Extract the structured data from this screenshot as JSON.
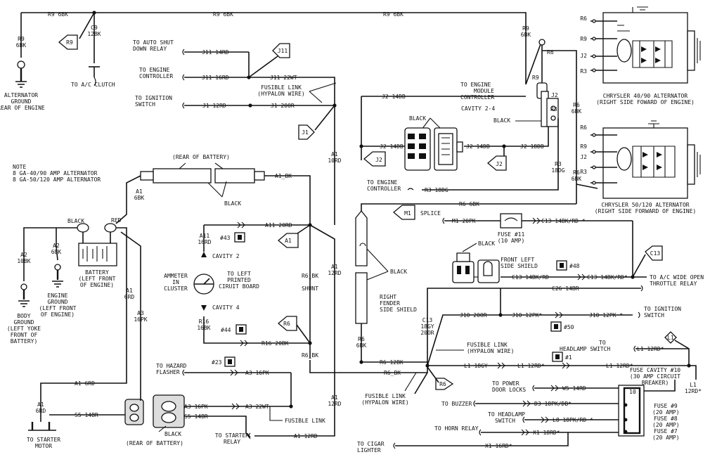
{
  "wires": {
    "r9_top_left": "R9 6BK",
    "r9_top_mid": "R9 6BK",
    "r9_top_right": "R9 6BK",
    "r9_vert_left": [
      "R9",
      "6BK"
    ],
    "r9_ref": "R9",
    "c9": [
      "C9",
      "12BK"
    ],
    "j11_14": "J11 14RD",
    "j11_16": "J11 16RD",
    "j11_22": "J11 22WT",
    "j11_ref": "J11",
    "j1_12": "J1 12RD",
    "j1_20": "J1 20OR",
    "j1_ref": "J1",
    "j2_14_top": "J2 14DB",
    "j2_14_left": "J2 14DB",
    "j2_14_right": "J2 14DB",
    "j2_18": "J2 18DB",
    "j2_ref_left": "J2",
    "j2_ref_right": "J2",
    "r9_vert_right": [
      "R9",
      "6BK"
    ],
    "r6_label": "R6",
    "r6_6bk_v1": [
      "R6",
      "6BK"
    ],
    "r6_6bk_v2": [
      "R6",
      "6BK"
    ],
    "r3_18dg_v": [
      "R3",
      "18DG"
    ],
    "r3_18dg_h": "R3 18DG",
    "r6_6bk_h": "R6 6BK",
    "a1_10rd": [
      "A1",
      "10RD"
    ],
    "a1_6bk": [
      "A1",
      "6BK"
    ],
    "a1_bk": "A1_BK",
    "a11_20rd": "A11 20RD",
    "a11_16rd": [
      "A11",
      "16RD"
    ],
    "a_ref": "A1",
    "r6_bk_v": [
      "R6_BK",
      "SHUNT"
    ],
    "a1_12rd_v": [
      "A1",
      "12RD"
    ],
    "r16_16bk": [
      "R16",
      "16BK"
    ],
    "r16_20bk": "R16 20BK",
    "r6_ref": "R6",
    "r6_bk_h": "R6_BK",
    "r6_bk_low": "R6_BK",
    "a2_10bk": [
      "A2",
      "10BK"
    ],
    "a2_6bk": [
      "A2",
      "6BK"
    ],
    "a1_6rd_v": [
      "A1",
      "6RD"
    ],
    "a3_16pk_v": [
      "A3",
      "16PK"
    ],
    "a1_6rd_h": "A1 6RD",
    "a1_6rd_vl": [
      "A1",
      "6RD"
    ],
    "s5_14br_left": "S5 14BR",
    "a3_16pk_top": "A3 16PK",
    "a3_16pk_mid": "A3 16PK",
    "a3_22wt": "A3 22WT",
    "s5_14br_right": "S5 14BR",
    "a1_12rd_v2": [
      "A1",
      "12RD"
    ],
    "a1_12rd_h": "A1 12RD",
    "r6_6bk_vshield": [
      "R6",
      "6BK"
    ],
    "r6_12bk": "R6 12BK",
    "m1_ref": "M1",
    "m1_20pk": "M1 20PK",
    "c13_14bkrd_top": "C13 14BK/RD *",
    "c13_14bkrd_mid": "C13 14BK/RD",
    "c13_14bkrd_right": "C13 14BK/RD*",
    "c13_ref": "C13",
    "c26_14br": "C26 14BR",
    "c13_v": [
      "C13",
      "18GY",
      "20OR"
    ],
    "j10_20or": "J10 20OR",
    "j10_12pk_a": "J10 12PK*",
    "j10_12pk_b": "J10 12PK *",
    "l1_18gy": "L1 18GY",
    "l1_12rd_a": "L1 12RD*",
    "l1_12rd_b": "L1 12RD*",
    "l1_12rd_c": "L1 12RD*",
    "l1_ref": "L1",
    "l1_12rd_v": [
      "L1",
      "12RD*"
    ],
    "r6_ref2": "R6",
    "w5_14rd": "W5 14RD",
    "d3": "D3 18PK/DB*",
    "l8": "L8 18PK/RD *",
    "x1_18rd": "X1 18RD*",
    "x1_16rd": "X1 16RD*"
  },
  "labels": {
    "alt_ground": [
      "ALTERNATOR",
      "GROUND",
      "REAR OF ENGINE"
    ],
    "ac_clutch": "TO A/C CLUTCH",
    "auto_shut": [
      "TO AUTO SHUT",
      "DOWN RELAY"
    ],
    "engine_controller": [
      "TO ENGINE",
      "CONTROLLER"
    ],
    "ignition_switch_left": [
      "TO IGNITION",
      "SWITCH"
    ],
    "fusible_link_top": [
      "FUSIBLE LINK",
      "(HYPALON WIRE)"
    ],
    "engine_module": [
      "TO ENGINE",
      "MODULE",
      "CONTROLLER"
    ],
    "cavity_24": "CAVITY 2-4",
    "black_connector": "BLACK",
    "black_regulator": "BLACK",
    "j2_reg": "J2",
    "r3_reg": "R3",
    "r9_reg": "R9",
    "chrysler_4090": [
      "CHRYSLER 40/90 ALTERNATOR",
      "(RIGHT SIDE FOWARD OF ENGINE)"
    ],
    "chrysler_50120": [
      "CHRYSLER 50/120 ALTERNATOR",
      "(RIGHT SIDE FORWARD OF ENGINE)"
    ],
    "alt_terms_a": [
      "R6",
      "R9",
      "J2",
      "R3"
    ],
    "alt_terms_b": [
      "R6",
      "R9",
      "J2",
      "R3"
    ],
    "rear_battery_top": "(REAR OF BATTERY)",
    "note": [
      "NOTE",
      "8 GA-40/90 AMP ALTERNATOR",
      "8 GA-50/120 AMP ALTERNATOR"
    ],
    "black_battery_clamp": "BLACK",
    "engine_controller_bottom": [
      "TO ENGINE",
      "CONTROLLER"
    ],
    "black_terminal": "BLACK",
    "red_terminal": "RED",
    "battery": [
      "BATTERY",
      "(LEFT FRONT",
      "OF ENGINE)"
    ],
    "engine_ground": [
      "ENGINE",
      "GROUND",
      "(LEFT FRONT",
      "OF ENGINE)"
    ],
    "body_ground": [
      "BODY",
      "GROUND",
      "(LEFT YOKE",
      "FRONT OF",
      "BATTERY)"
    ],
    "cavity_2": "CAVITY 2",
    "cavity_4": "CAVITY 4",
    "ammeter": [
      "AMMETER",
      "IN",
      "CLUSTER"
    ],
    "printed_circuit": [
      "TO LEFT",
      "PRINTED",
      "CIRUIT BOARD"
    ],
    "conn_43": "#43",
    "conn_44": "#44",
    "conn_23": "#23",
    "conn_48": "#48",
    "conn_50": "#50",
    "conn_1": "#1",
    "hazard_flasher": [
      "TO HAZARD",
      "FLASHER"
    ],
    "fusible_link_bottom": "FUSIBLE LINK",
    "starter_relay": [
      "TO STARTER",
      "RELAY"
    ],
    "starter_motor": [
      "TO STARTER",
      "MOTOR"
    ],
    "rear_battery_bottom": "(REAR OF BATTERY)",
    "black_starter": "BLACK",
    "black_shield": "BLACK",
    "right_fender_shield": [
      "RIGHT",
      "FENDER",
      "SIDE SHIELD"
    ],
    "splice": "SPLICE",
    "fuse_11": [
      "FUSE #11",
      "(10 AMP)"
    ],
    "black_front_left": "BLACK",
    "front_left_shield": [
      "FRONT LEFT",
      "SIDE SHIELD"
    ],
    "ac_wide_open": [
      "TO A/C WIDE OPEN",
      "THROTTLE RELAY"
    ],
    "ignition_switch_right": [
      "TO IGNITION",
      "SWITCH"
    ],
    "fusible_link_mid": [
      "FUSIBLE LINK",
      "(HYPALON WIRE)"
    ],
    "headlamp_switch_top": [
      "TO",
      "HEADLAMP SWITCH"
    ],
    "fuse_cavity_10": [
      "FUSE CAVITY #10",
      "(30 AMP CIRCUIT",
      "BREAKER)"
    ],
    "fusible_link_lower": [
      "FUSIBLE LINK",
      "(HYPALON WIRE)"
    ],
    "power_door_locks": [
      "TO POWER",
      "DOOR LOCKS"
    ],
    "buzzer": "TO BUZZER",
    "headlamp_switch_bottom": [
      "TO HEADLAMP",
      "SWITCH"
    ],
    "horn_relay": "TO HORN RELAY",
    "cigar_lighter": [
      "TO CIGAR",
      "LIGHTER"
    ],
    "fuse_9": [
      "FUSE #9",
      "(20 AMP)"
    ],
    "fuse_8": [
      "FUSE #8",
      "(20 AMP)"
    ],
    "fuse_7": [
      "FUSE #7",
      "(20 AMP)"
    ],
    "fuse_block_num": "10"
  }
}
